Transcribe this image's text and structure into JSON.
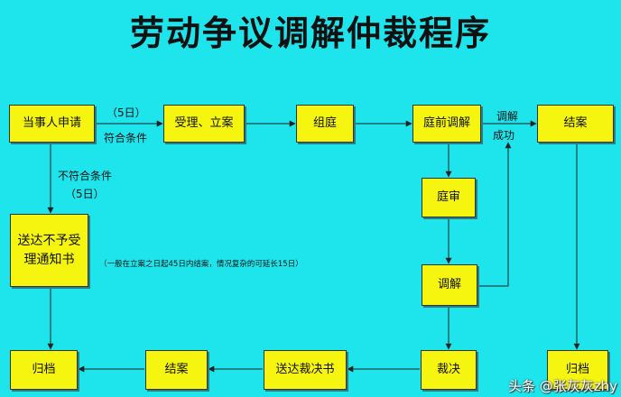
{
  "title": "劳动争议调解仲裁程序",
  "boxes": {
    "apply": "当事人申请",
    "accept": "受理、立案",
    "tribunal": "组庭",
    "pre_mediation": "庭前调解",
    "close_top": "结案",
    "deliver_rejection": "送达不予受理通知书",
    "hearing": "庭审",
    "mediation": "调解",
    "ruling": "裁决",
    "deliver_ruling": "送达裁决书",
    "close_bottom": "结案",
    "archive_left": "归档",
    "archive_right": "归档"
  },
  "labels": {
    "five_days_top": "（5日）",
    "meets_conditions": "符合条件",
    "not_meet_conditions": "不符合条件",
    "five_days_left": "（5日）",
    "mediation_success": "调解",
    "success": "成功"
  },
  "note": "（一般在立案之日起45日内结案，情况复杂的可延长15日）",
  "watermark": "头条 @张灰灰zhy"
}
